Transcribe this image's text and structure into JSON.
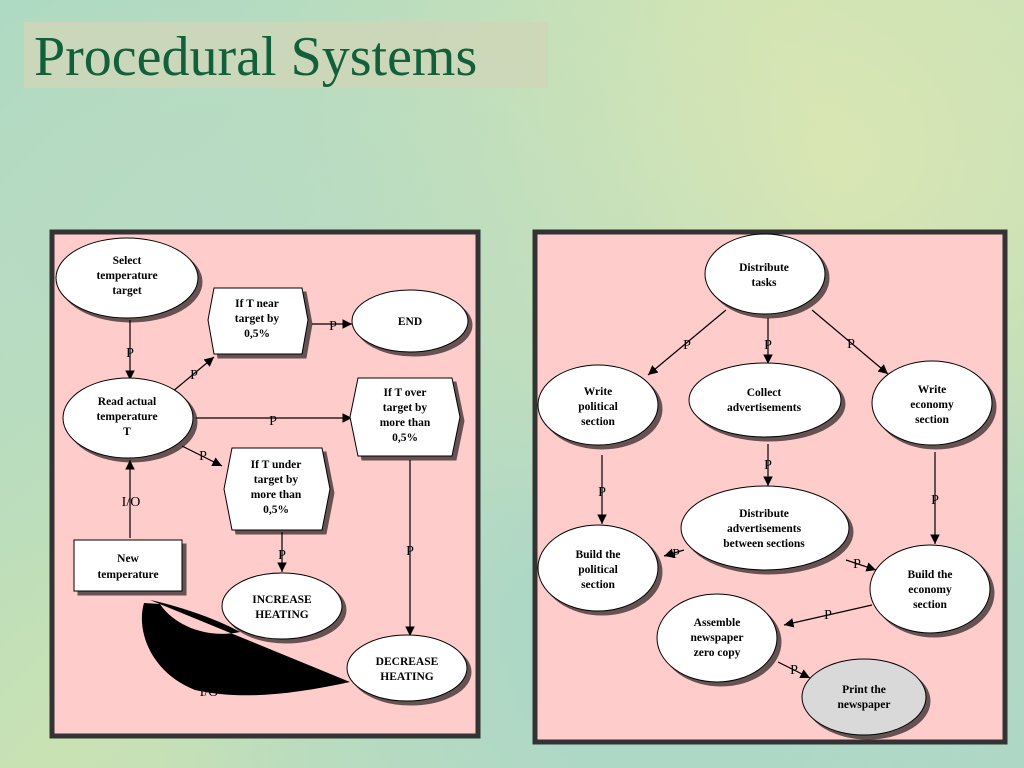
{
  "title": "Procedural Systems",
  "left_panel": {
    "nodes": {
      "select_target": [
        "Select",
        "temperature",
        "target"
      ],
      "if_near": [
        "If T near",
        "target by",
        "0,5%"
      ],
      "end": [
        "END"
      ],
      "read_actual": [
        "Read actual",
        "temperature",
        "T"
      ],
      "if_over": [
        "If T over",
        "target by",
        "more than",
        "0,5%"
      ],
      "if_under": [
        "If T under",
        "target by",
        "more than",
        "0,5%"
      ],
      "new_temp": [
        "New",
        "temperature"
      ],
      "increase": [
        "INCREASE",
        "HEATING"
      ],
      "decrease": [
        "DECREASE",
        "HEATING"
      ]
    },
    "edge_labels": {
      "p": "P",
      "io": "I/O"
    }
  },
  "right_panel": {
    "nodes": {
      "distribute_tasks": [
        "Distribute",
        "tasks"
      ],
      "write_political": [
        "Write",
        "political",
        "section"
      ],
      "collect_ads": [
        "Collect",
        "advertisements"
      ],
      "write_economy": [
        "Write",
        "economy",
        "section"
      ],
      "distribute_ads": [
        "Distribute",
        "advertisements",
        "between sections"
      ],
      "build_political": [
        "Build the",
        "political",
        "section"
      ],
      "build_economy": [
        "Build the",
        "economy",
        "section"
      ],
      "assemble": [
        "Assemble",
        "newspaper",
        "zero copy"
      ],
      "print": [
        "Print the",
        "newspaper"
      ]
    },
    "edge_label": "P"
  },
  "colors": {
    "title": "#12603a",
    "panel_fill": "#ffcccc",
    "panel_border": "#333333",
    "node_fill": "#ffffff",
    "final_node_fill": "#d9d9d9"
  }
}
